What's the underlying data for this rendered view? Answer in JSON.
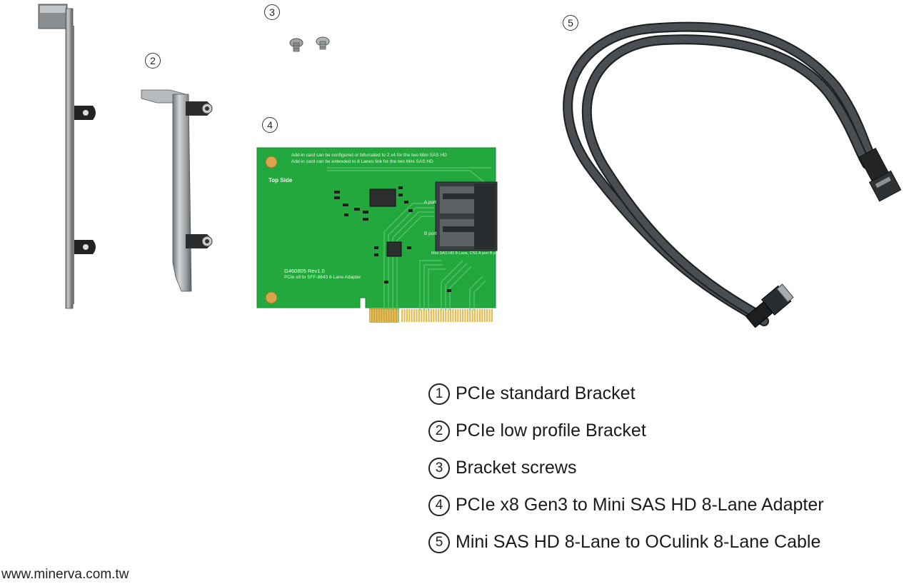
{
  "callouts": {
    "item1": "",
    "item2": "2",
    "item3": "3",
    "item4": "4",
    "item5": "5"
  },
  "pcb": {
    "line1": "Add-in card can be configured or bifurcated to 2 x4 for the two Mini SAS HD",
    "line2": "Add-in card can be extended to 8 Lanes link for the two Mini SAS HD",
    "top_side": "Top Side",
    "rev": "G460805 Rev1.0",
    "desc": "PCIe x8 to SFF-8643 8-Lane Adapter",
    "a_port": "A port",
    "b_port": "B port",
    "conn_label": "Mini SAS HD 8-Lane, CN1 A port B port"
  },
  "legend": [
    {
      "num": "1",
      "text": "PCIe standard Bracket"
    },
    {
      "num": "2",
      "text": "PCIe low profile Bracket"
    },
    {
      "num": "3",
      "text": "Bracket screws"
    },
    {
      "num": "4",
      "text": "PCIe x8 Gen3 to Mini SAS HD 8-Lane Adapter"
    },
    {
      "num": "5",
      "text": "Mini SAS HD 8-Lane to OCulink 8-Lane Cable"
    }
  ],
  "footer": "www.minerva.com.tw",
  "colors": {
    "pcb_green": "#1fa83a",
    "bracket_metal": "#a9adb0",
    "cable_black": "#2a2d30"
  }
}
